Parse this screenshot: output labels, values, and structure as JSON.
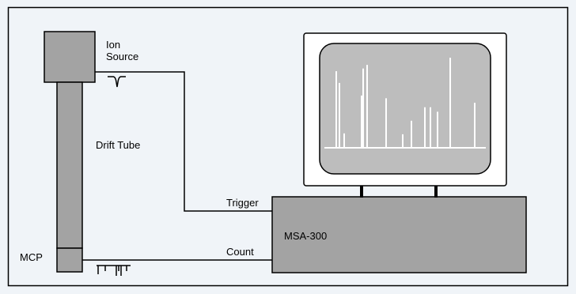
{
  "labels": {
    "ion_source_line1": "Ion",
    "ion_source_line2": "Source",
    "drift_tube": "Drift Tube",
    "mcp": "MCP",
    "trigger": "Trigger",
    "count": "Count",
    "analyzer": "MSA-300"
  },
  "colors": {
    "page_background": "#f0f4f8",
    "component_fill": "#a3a3a3",
    "screen_fill": "#bdbdbd",
    "monitor_fill": "#ffffff",
    "line_color": "#000000",
    "spectrum_peak_color": "#ffffff"
  },
  "spectrum_peaks": [
    0.85,
    0.72,
    0.16,
    0.88,
    0.58,
    0.92,
    0.55,
    0.15,
    0.3,
    0.45,
    0.45,
    0.4,
    1.0,
    0.5
  ]
}
